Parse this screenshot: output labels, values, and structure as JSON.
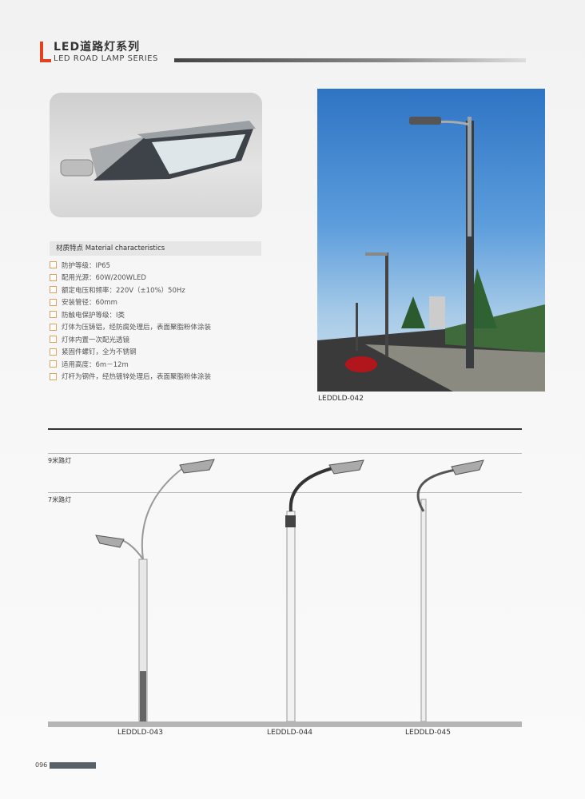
{
  "header": {
    "title_cn": "LED道路灯系列",
    "title_en": "LED ROAD LAMP SERIES"
  },
  "materials": {
    "heading": "材质特点 Material characteristics",
    "items": [
      "防护等级：IP65",
      "配用光源：60W/200WLED",
      "额定电压和频率：220V（±10%）50Hz",
      "安装管径：60mm",
      "防触电保护等级：I类",
      "灯体为压铸铝，经防腐处理后，表面聚脂粉体涂装",
      "灯体内置一次配光透镜",
      "紧固件螺钉，全为不锈钢",
      "适用高度：6m－12m",
      "灯杆为钢件，经热镀锌处理后，表面聚脂粉体涂装"
    ]
  },
  "photo_model": "LEDDLD-042",
  "height_labels": {
    "nine": "9米路灯",
    "seven": "7米路灯"
  },
  "models": [
    "LEDDLD-043",
    "LEDDLD-044",
    "LEDDLD-045"
  ],
  "page_number": "096",
  "colors": {
    "accent": "#e0411e",
    "sky": "#2e74c4"
  }
}
